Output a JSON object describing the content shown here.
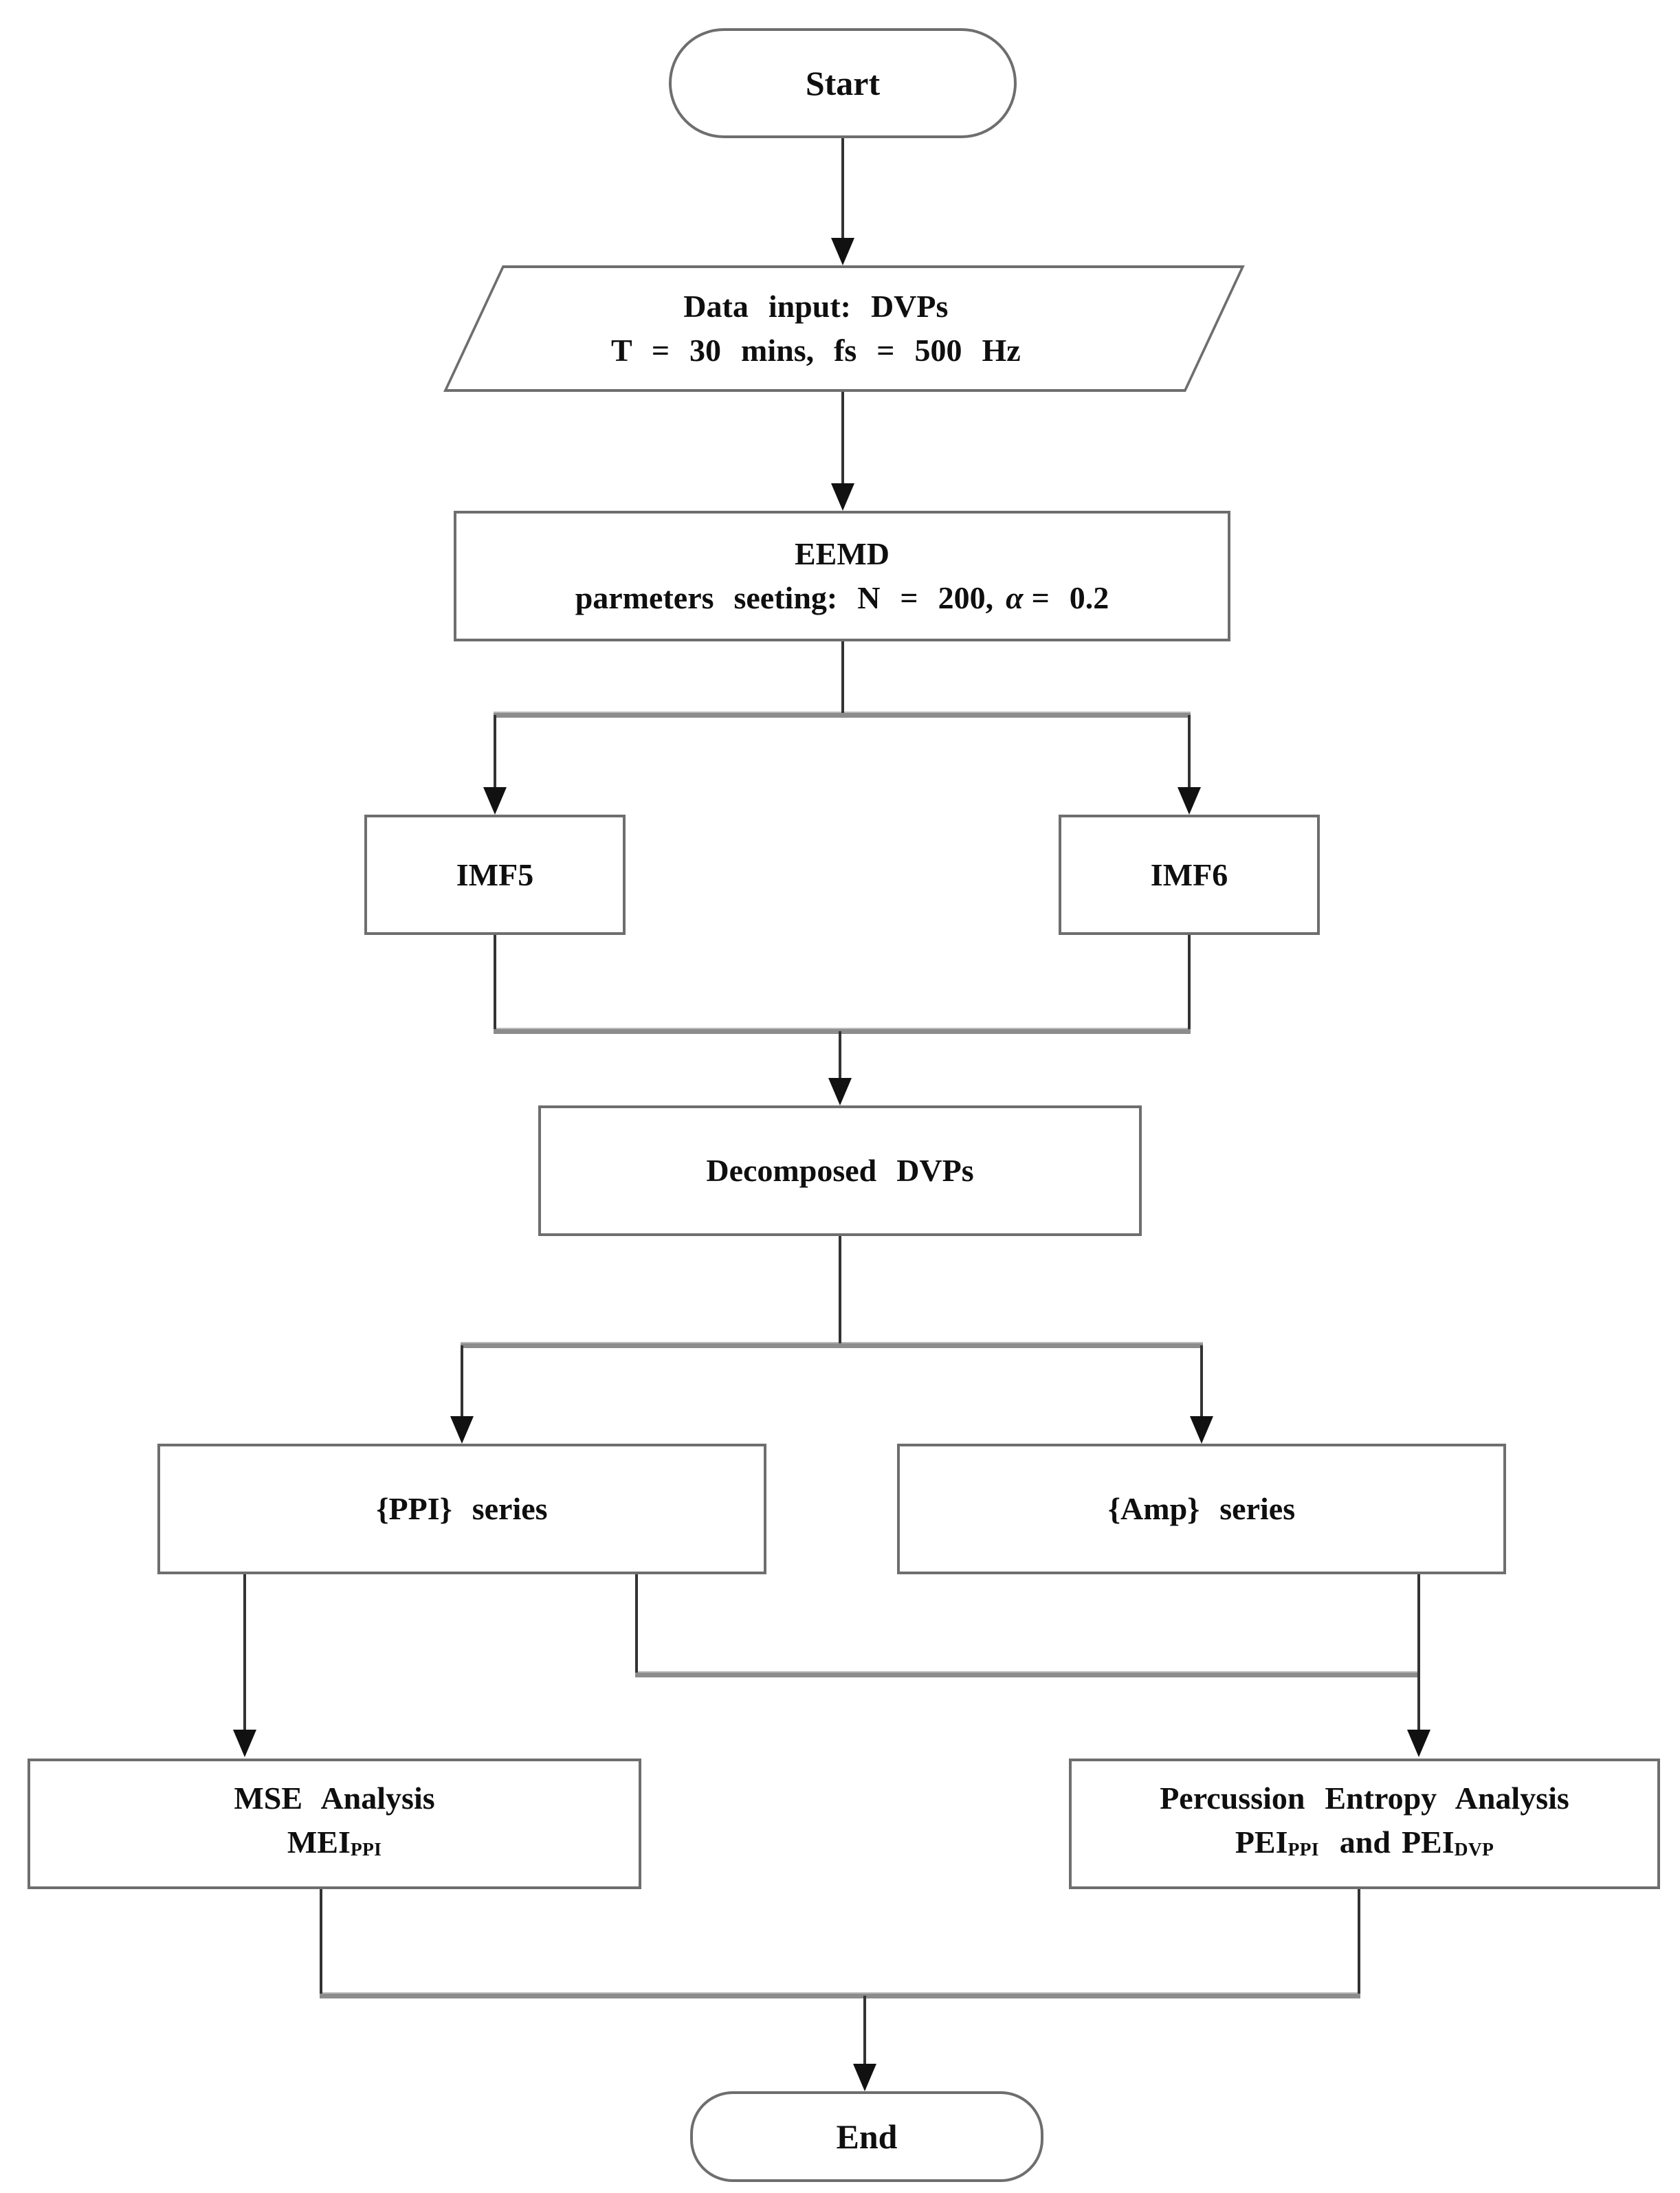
{
  "diagram": {
    "background": "#ffffff",
    "colors": {
      "box_border": "#6e6e6e",
      "connector_line": "#333333",
      "connector_rail": "#8c8c8c",
      "arrowhead": "#111111",
      "text": "#0f0f0f"
    },
    "nodes": {
      "start": {
        "shape": "terminator",
        "label": "Start"
      },
      "data_input": {
        "shape": "parallelogram",
        "line1": "Data input: DVPs",
        "line2": "T = 30 mins, fs = 500 Hz"
      },
      "eemd": {
        "shape": "process",
        "line1": "EEMD",
        "line2_prefix": "parmeters seeting: N = 200,",
        "alpha_symbol": "α",
        "line2_suffix": "= 0.2"
      },
      "imf5": {
        "shape": "process",
        "label": "IMF5"
      },
      "imf6": {
        "shape": "process",
        "label": "IMF6"
      },
      "decomposed": {
        "shape": "process",
        "label": "Decomposed DVPs"
      },
      "ppi_series": {
        "shape": "process",
        "label": "{PPI} series"
      },
      "amp_series": {
        "shape": "process",
        "label": "{Amp} series"
      },
      "mse": {
        "shape": "process",
        "line1": "MSE Analysis",
        "metric": "MEI",
        "metric_sub": "PPI"
      },
      "percussion": {
        "shape": "process",
        "line1": "Percussion Entropy Analysis",
        "metric1": "PEI",
        "metric1_sub": "PPI",
        "conjunction": "and",
        "metric2": "PEI",
        "metric2_sub": "DVP"
      },
      "end": {
        "shape": "terminator",
        "label": "End"
      }
    }
  }
}
